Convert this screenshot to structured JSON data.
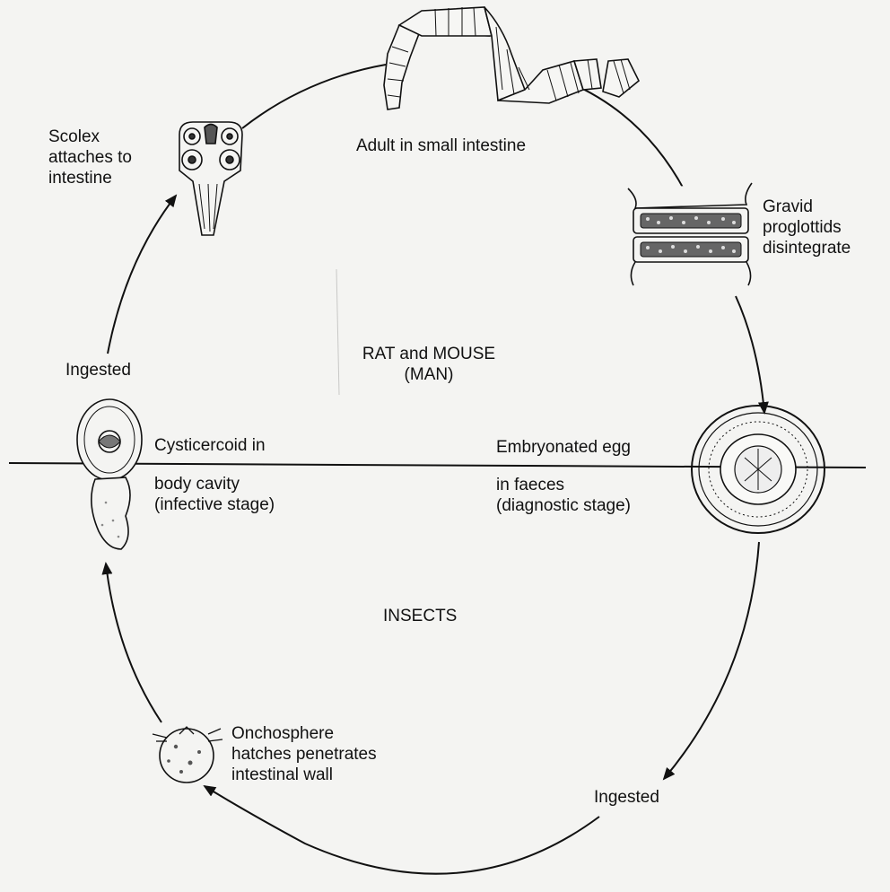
{
  "labels": {
    "adult": "Adult in small intestine",
    "gravid": [
      "Gravid",
      "proglottids",
      "disintegrate"
    ],
    "scolex": [
      "Scolex",
      "attaches to",
      "intestine"
    ],
    "ingested_top": "Ingested",
    "host_definitive": [
      "RAT and MOUSE",
      "(MAN)"
    ],
    "cysticercoid_line1": "Cysticercoid in",
    "cysticercoid_rest": [
      "body cavity",
      "(infective stage)"
    ],
    "egg_line1": "Embryonated egg",
    "egg_rest": [
      "in faeces",
      "(diagnostic stage)"
    ],
    "host_intermediate": "INSECTS",
    "onchosphere": [
      "Onchosphere",
      "hatches penetrates",
      "intestinal wall"
    ],
    "ingested_bottom": "Ingested"
  },
  "colors": {
    "ink": "#111111",
    "paper": "#f4f4f2"
  },
  "icons": [
    "adult-tapeworm-icon",
    "scolex-icon",
    "gravid-proglottids-icon",
    "embryonated-egg-icon",
    "cysticercoid-icon",
    "onchosphere-icon"
  ]
}
